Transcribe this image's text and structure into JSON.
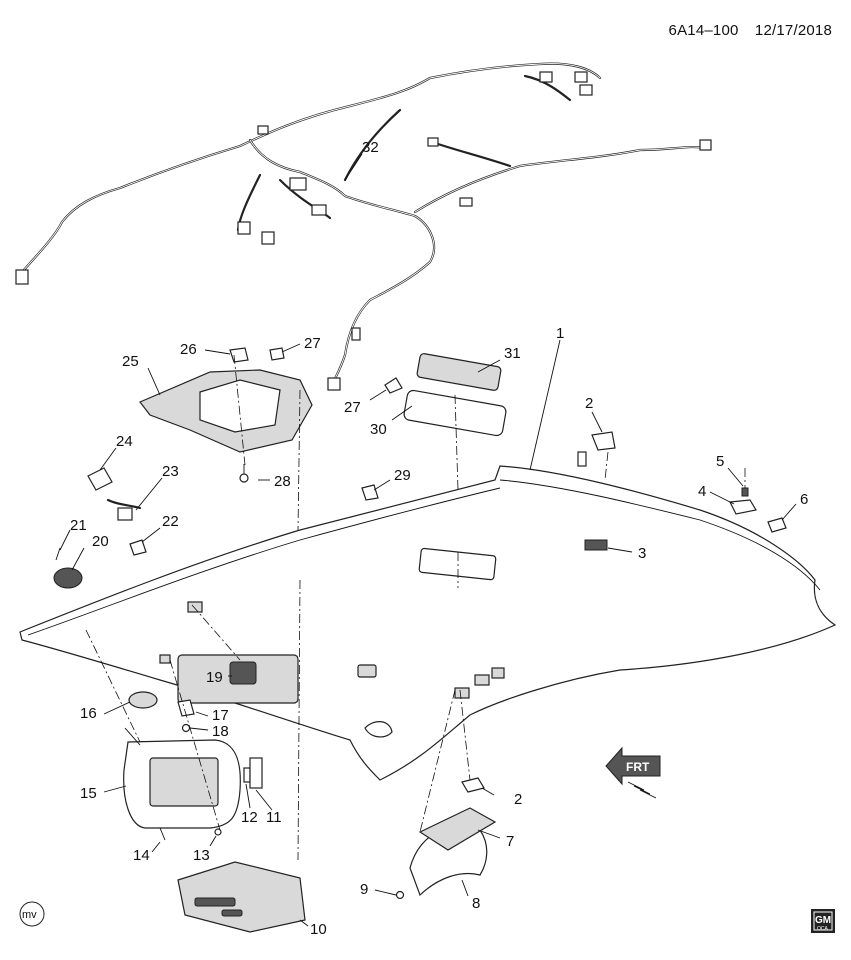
{
  "header": {
    "diagram_code": "6A14–100",
    "date": "12/17/2018"
  },
  "callouts": [
    "1",
    "2",
    "3",
    "4",
    "5",
    "6",
    "7",
    "8",
    "9",
    "10",
    "11",
    "12",
    "13",
    "14",
    "15",
    "16",
    "17",
    "18",
    "19",
    "20",
    "21",
    "22",
    "23",
    "24",
    "25",
    "26",
    "27",
    "27",
    "28",
    "29",
    "30",
    "31",
    "2",
    "32"
  ],
  "front_arrow_label": "FRT",
  "footer": {
    "left_mark": "mv",
    "logo_text": "GM",
    "logo_subtext": "OCA"
  }
}
